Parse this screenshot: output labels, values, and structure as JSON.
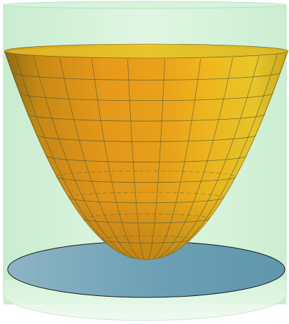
{
  "colors": {
    "background": "#ffffff",
    "cylinder_fill": "#c9f0cf",
    "cylinder_fill_light": "#e6f8e8",
    "cylinder_stroke": "#b8dcbf",
    "disk_fill": "#6fa3b8",
    "disk_fill_light": "#a6c8d5",
    "disk_stroke": "#1a1a1a",
    "bowl_gold": "#f2b81c",
    "bowl_orange": "#e59a18",
    "bowl_shadow": "#7a5a12",
    "bowl_rim": "#e8c62a",
    "grid_line": "#4a5a3a"
  },
  "scene": {
    "objects": [
      "transparent-cylinder",
      "paraboloid-bowl",
      "base-disk"
    ],
    "bowl_grid": {
      "meridians": 12,
      "parallels": 9
    }
  }
}
